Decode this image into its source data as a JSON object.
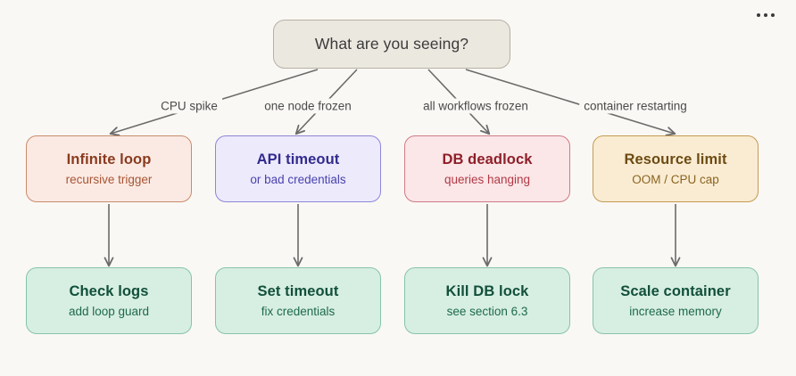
{
  "canvas": {
    "background_color": "#faf8f4",
    "menu_icon": "ellipsis-icon"
  },
  "diagram": {
    "type": "flowchart",
    "root": {
      "label": "What are you seeing?",
      "bg_color": "#ebe8e0",
      "border_color": "#b6b1a5"
    },
    "edge_labels": [
      "CPU spike",
      "one node frozen",
      "all workflows frozen",
      "container restarting"
    ],
    "causes": [
      {
        "title": "Infinite loop",
        "sub": "recursive trigger",
        "bg_color": "#fbeae4",
        "border_color": "#c98b6b",
        "text_color": "#8a3b1e"
      },
      {
        "title": "API timeout",
        "sub": "or bad credentials",
        "bg_color": "#eceafb",
        "border_color": "#8d86d6",
        "text_color": "#322b8f"
      },
      {
        "title": "DB deadlock",
        "sub": "queries hanging",
        "bg_color": "#fbe6e8",
        "border_color": "#cf7b85",
        "text_color": "#8e1f28"
      },
      {
        "title": "Resource limit",
        "sub": "OOM / CPU cap",
        "bg_color": "#faecd3",
        "border_color": "#c49a52",
        "text_color": "#6d4b12"
      }
    ],
    "fixes": [
      {
        "title": "Check logs",
        "sub": "add loop guard",
        "bg_color": "#d7eee3",
        "border_color": "#86c4a9",
        "text_color": "#11503a"
      },
      {
        "title": "Set timeout",
        "sub": "fix credentials",
        "bg_color": "#d7eee3",
        "border_color": "#86c4a9",
        "text_color": "#11503a"
      },
      {
        "title": "Kill DB lock",
        "sub": "see section 6.3",
        "bg_color": "#d7eee3",
        "border_color": "#86c4a9",
        "text_color": "#11503a"
      },
      {
        "title": "Scale container",
        "sub": "increase memory",
        "bg_color": "#d7eee3",
        "border_color": "#86c4a9",
        "text_color": "#11503a"
      }
    ],
    "connector_color": "#6b6b6b"
  }
}
